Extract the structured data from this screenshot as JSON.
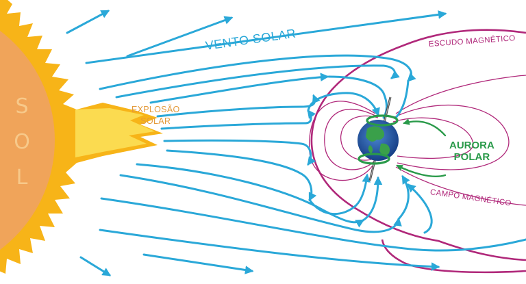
{
  "sun": {
    "letters": [
      "S",
      "O",
      "L"
    ]
  },
  "labels": {
    "solar_wind": "VENTO SOLAR",
    "solar_explosion_line1": "EXPLOSÃO",
    "solar_explosion_line2": "SOLAR",
    "aurora_line1": "AURORA",
    "aurora_line2": "POLAR",
    "magnetic_shield": "ESCUDO MAGNÉTICO",
    "magnetic_field": "CAMPO MAGNÉTICO"
  },
  "colors": {
    "sun_core": "#f0a45a",
    "sun_corona": "#f7b418",
    "solar_wind": "#2aa8d8",
    "magnetic_shield": "#b0287a",
    "aurora": "#2a9a4a",
    "earth_ocean": "#1f5aa8",
    "earth_land": "#3aa04a"
  }
}
